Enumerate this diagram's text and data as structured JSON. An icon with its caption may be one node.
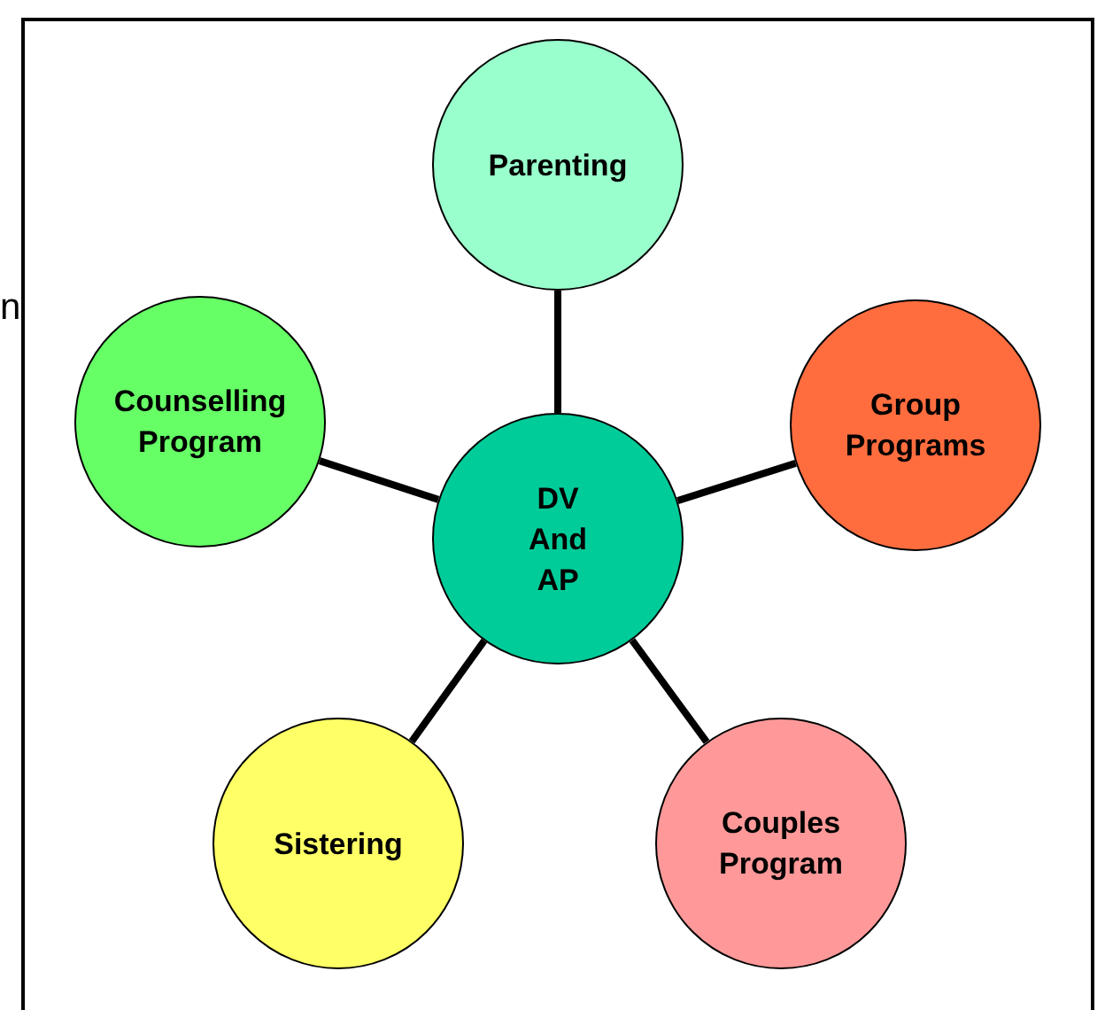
{
  "diagram": {
    "nodes": [
      {
        "text": [
          "Parenting"
        ]
      },
      {
        "text": [
          "Counselling Program"
        ]
      },
      {
        "text": [
          "Group Programs"
        ]
      },
      {
        "text": [
          "DV And AP"
        ]
      },
      {
        "text": [
          "Sistering"
        ]
      },
      {
        "text": [
          "Couples Program"
        ]
      }
    ],
    "edges": [
      {
        "from": 3,
        "to": 0,
        "arrow": "none"
      },
      {
        "from": 3,
        "to": 1,
        "arrow": "none"
      },
      {
        "from": 3,
        "to": 2,
        "arrow": "none"
      },
      {
        "from": 3,
        "to": 4,
        "arrow": "none"
      },
      {
        "from": 3,
        "to": 5,
        "arrow": "none"
      }
    ],
    "labels": [
      "n"
    ]
  }
}
